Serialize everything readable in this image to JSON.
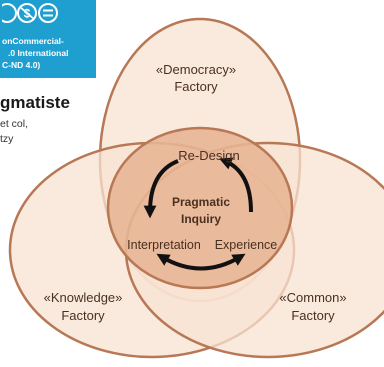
{
  "license": {
    "lines": [
      "onCommercial-",
      ".0 International",
      "C-ND 4.0)"
    ],
    "accent": "#1e9fd0",
    "icons": [
      "cc-icon",
      "dollar-strikethrough-icon",
      "equals-icon"
    ]
  },
  "brand": {
    "title": "gmatiste",
    "authors": [
      "et col,",
      "tzy"
    ]
  },
  "diagram": {
    "circles": {
      "top": {
        "line1": "«Democracy»",
        "line2": "Factory"
      },
      "left": {
        "line1": "«Knowledge»",
        "line2": "Factory"
      },
      "right": {
        "line1": "«Common»",
        "line2": "Factory"
      }
    },
    "center": {
      "line1": "Pragmatic",
      "line2": "Inquiry"
    },
    "cycle": {
      "top": "Re-Design",
      "left": "Interpretation",
      "right": "Experience"
    },
    "colors": {
      "outer_fill": "#f8e3d3",
      "inner_fill": "#e7b595",
      "stroke": "#b87856"
    }
  }
}
